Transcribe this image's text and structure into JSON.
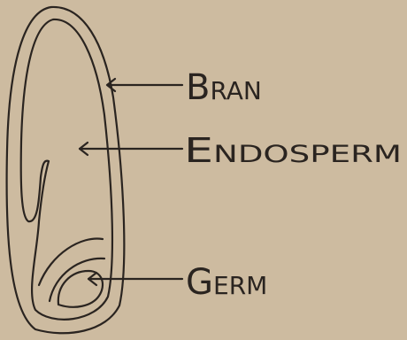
{
  "labels": {
    "bran": "Bran",
    "endosperm": "Endosperm",
    "germ": "Germ"
  },
  "colors": {
    "paper": "#cdbba0",
    "ink": "#2a2420"
  }
}
